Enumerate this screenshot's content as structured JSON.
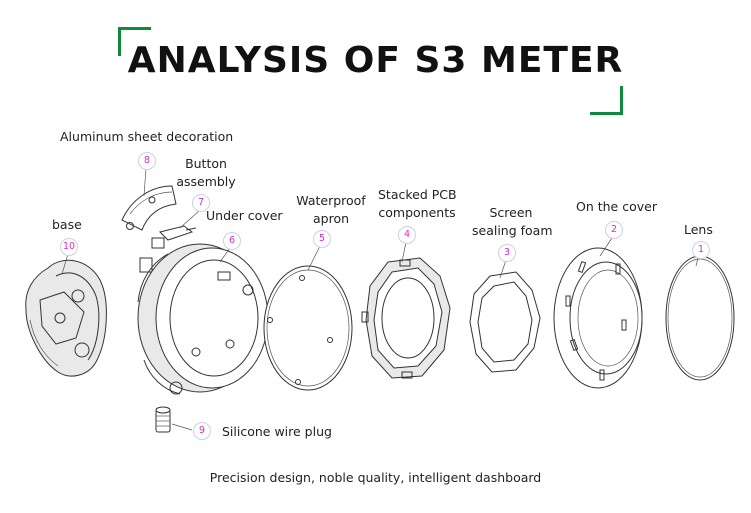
{
  "title": "ANALYSIS OF S3 METER",
  "footer": "Precision design, noble quality, intelligent dashboard",
  "accent_color": "#0e8a3a",
  "number_color": "#d030c8",
  "parts": [
    {
      "num": "1",
      "label": "Lens"
    },
    {
      "num": "2",
      "label": "On the cover"
    },
    {
      "num": "3",
      "label_line1": "Screen",
      "label_line2": "sealing foam"
    },
    {
      "num": "4",
      "label_line1": "Stacked PCB",
      "label_line2": "components"
    },
    {
      "num": "5",
      "label_line1": "Waterproof",
      "label_line2": "apron"
    },
    {
      "num": "6",
      "label": "Under cover"
    },
    {
      "num": "7",
      "label_line1": "Button",
      "label_line2": "assembly"
    },
    {
      "num": "8",
      "label": "Aluminum sheet decoration"
    },
    {
      "num": "9",
      "label": "Silicone wire plug"
    },
    {
      "num": "10",
      "label": "base"
    }
  ]
}
